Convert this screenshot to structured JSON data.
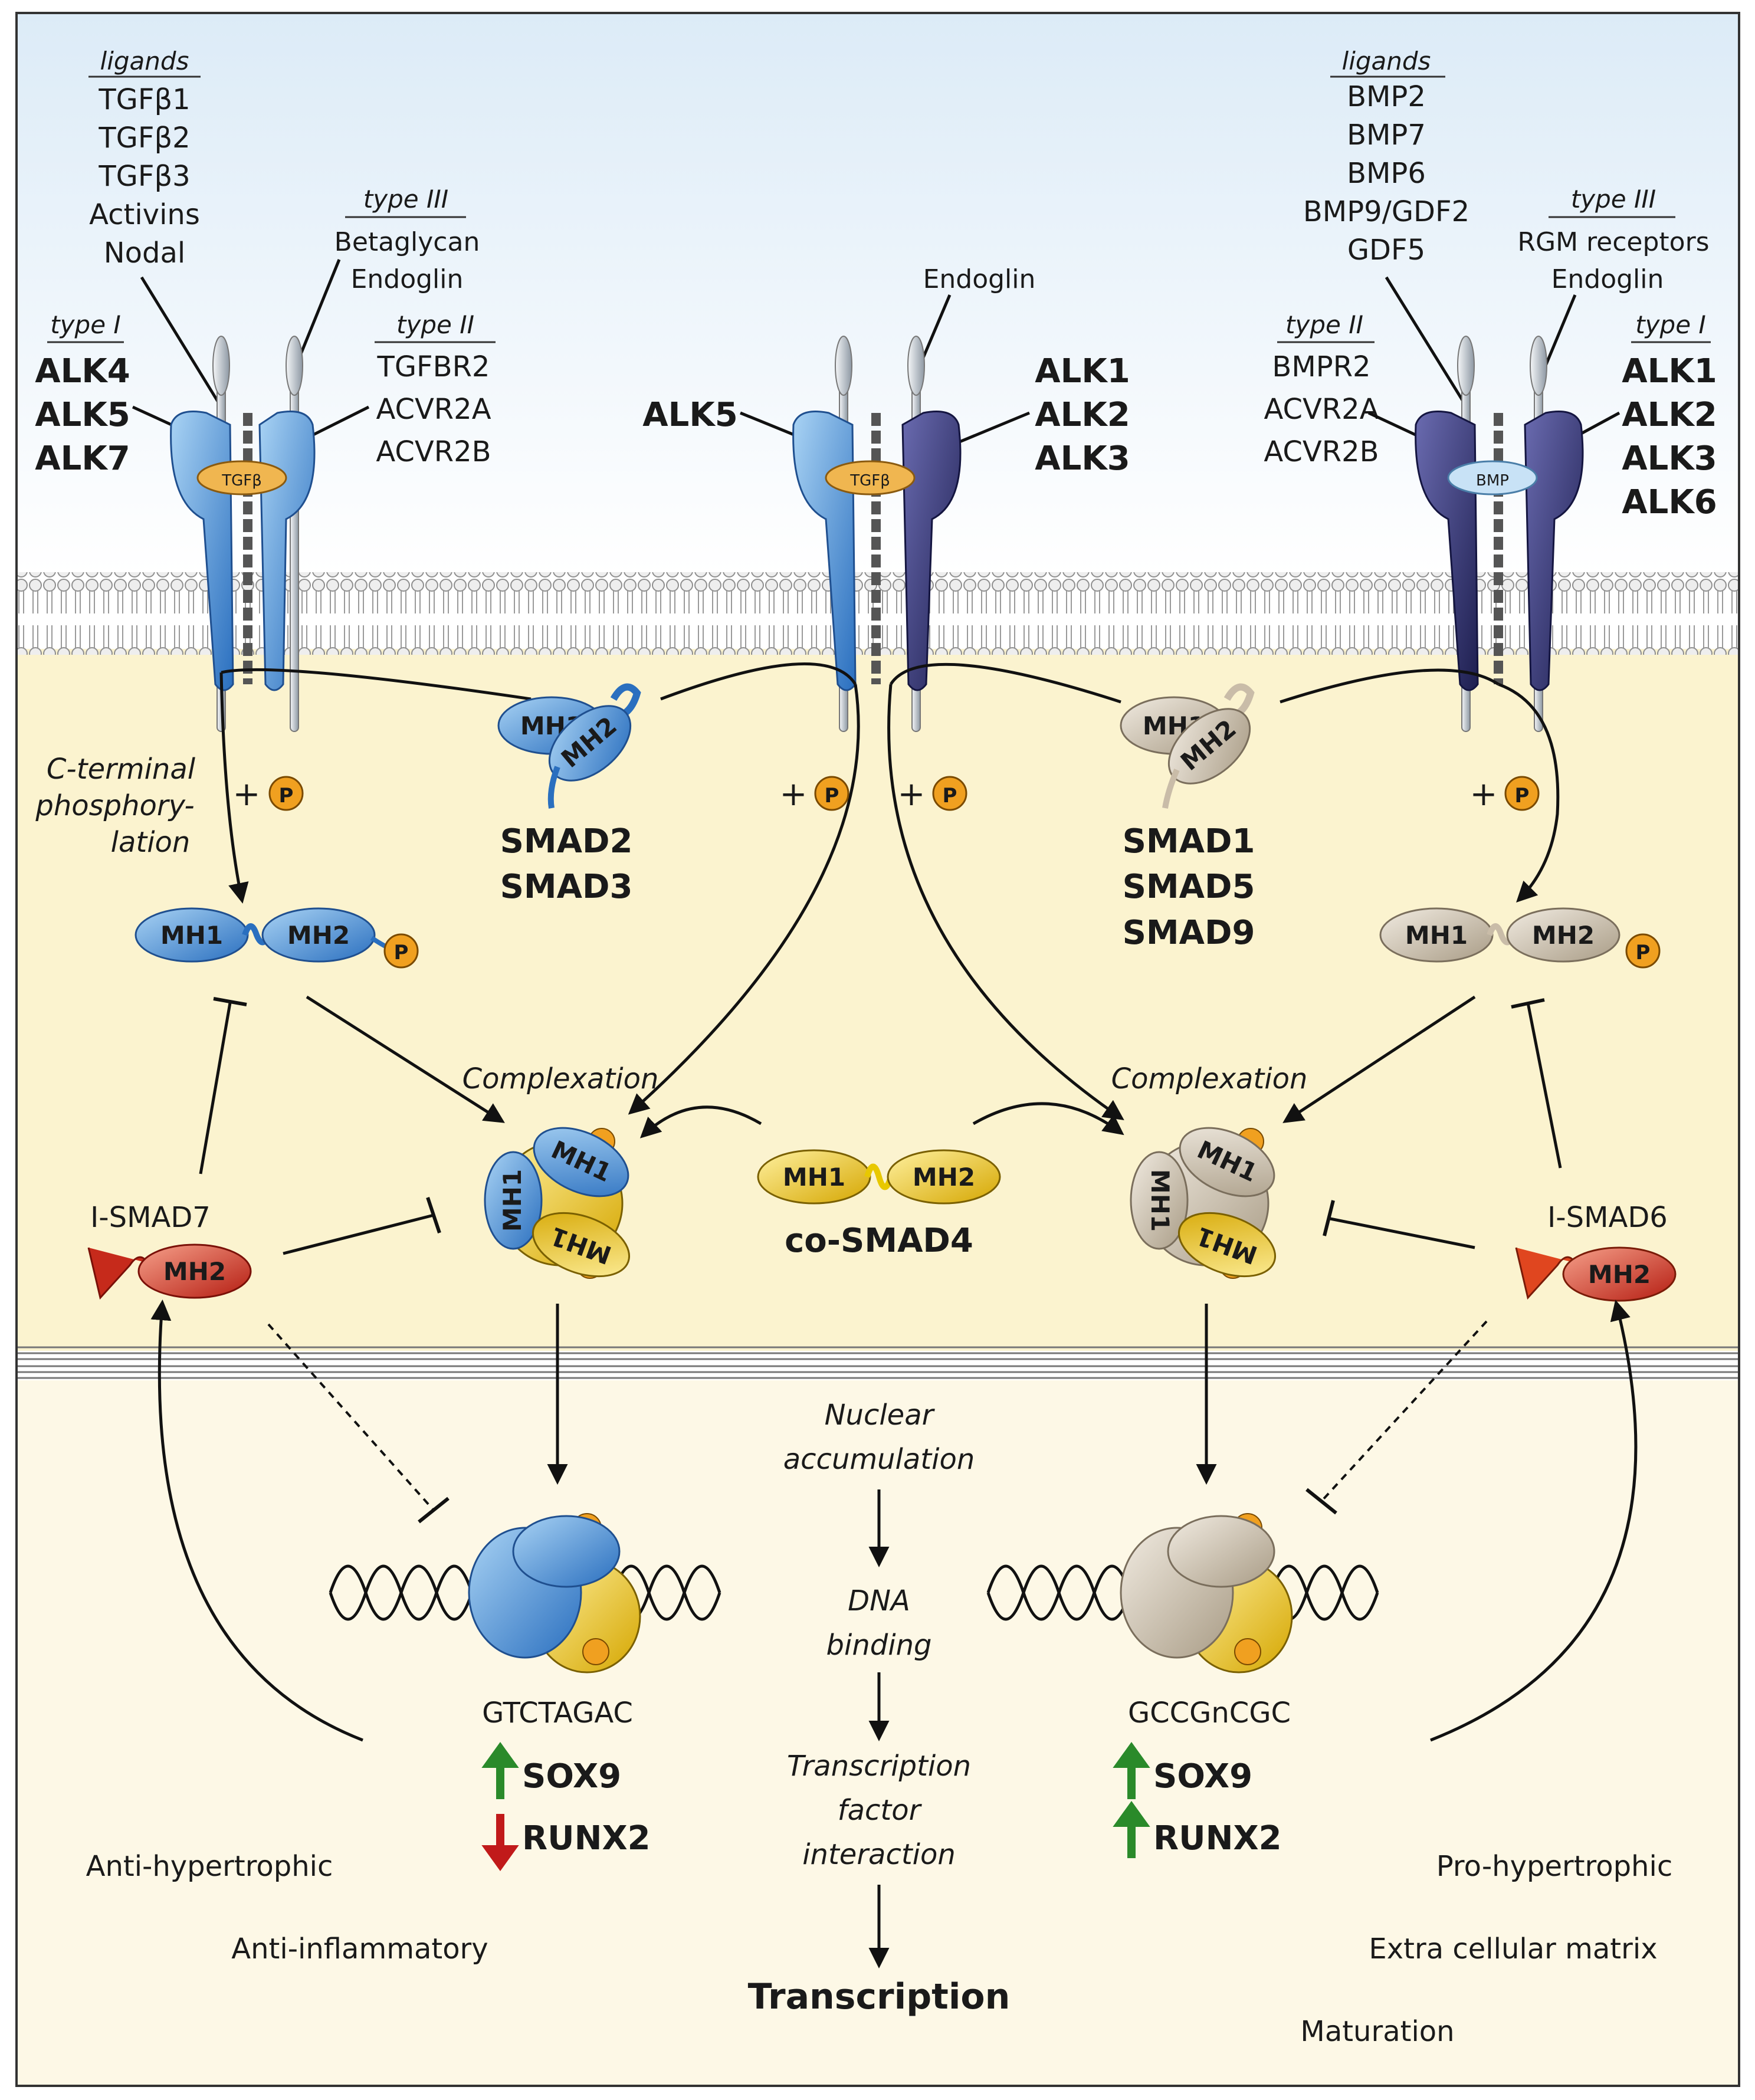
{
  "left_receptor": {
    "ligands_heading": "ligands",
    "ligands": [
      "TGFβ1",
      "TGFβ2",
      "TGFβ3",
      "Activins",
      "Nodal"
    ],
    "type3_heading": "type III",
    "type3": [
      "Betaglycan",
      "Endoglin"
    ],
    "type1_heading": "type I",
    "type1": [
      "ALK4",
      "ALK5",
      "ALK7"
    ],
    "type2_heading": "type II",
    "type2": [
      "TGFBR2",
      "ACVR2A",
      "ACVR2B"
    ],
    "ligand_label": "TGFβ"
  },
  "middle_receptor": {
    "endoglin": "Endoglin",
    "left_alk": "ALK5",
    "right_alks": [
      "ALK1",
      "ALK2",
      "ALK3"
    ],
    "ligand_label": "TGFβ"
  },
  "right_receptor": {
    "ligands_heading": "ligands",
    "ligands": [
      "BMP2",
      "BMP7",
      "BMP6",
      "BMP9/GDF2",
      "GDF5"
    ],
    "type3_heading": "type III",
    "type3": [
      "RGM receptors",
      "Endoglin"
    ],
    "type2_heading": "type II",
    "type2": [
      "BMPR2",
      "ACVR2A",
      "ACVR2B"
    ],
    "type1_heading": "type I",
    "type1": [
      "ALK1",
      "ALK2",
      "ALK3",
      "ALK6"
    ],
    "ligand_label": "BMP"
  },
  "phospho": {
    "plus": "+",
    "p": "P",
    "c_terminal": [
      "C-terminal",
      "phosphory-",
      "lation"
    ]
  },
  "smads": {
    "mh1": "MH1",
    "mh2": "MH2",
    "left_rsmads": [
      "SMAD2",
      "SMAD3"
    ],
    "right_rsmads": [
      "SMAD1",
      "SMAD5",
      "SMAD9"
    ],
    "co_smad": "co-SMAD4",
    "i_smad_left": "I-SMAD7",
    "i_smad_right": "I-SMAD6",
    "complexation": "Complexation"
  },
  "center_steps": {
    "nuclear": [
      "Nuclear",
      "accumulation"
    ],
    "dna": [
      "DNA",
      "binding"
    ],
    "tf": [
      "Transcription",
      "factor",
      "interaction"
    ],
    "transcription": "Transcription"
  },
  "left_outcome": {
    "motif": "GTCTAGAC",
    "sox9": "SOX9",
    "runx2": "RUNX2",
    "effects": [
      "Anti-hypertrophic",
      "Anti-inflammatory"
    ]
  },
  "right_outcome": {
    "motif": "GCCGnCGC",
    "sox9": "SOX9",
    "runx2": "RUNX2",
    "effects": [
      "Pro-hypertrophic",
      "Extra cellular matrix",
      "Maturation"
    ]
  },
  "colors": {
    "tgf_blue": "#3b86d0",
    "bmp_navy": "#2b2c66",
    "bmp_tan": "#c9bca8",
    "smad4_yellow": "#e8b800",
    "ismad_red": "#d9331f",
    "up_green": "#2a8a2a",
    "down_red": "#c11a1a",
    "phospho_orange": "#f0a020"
  }
}
